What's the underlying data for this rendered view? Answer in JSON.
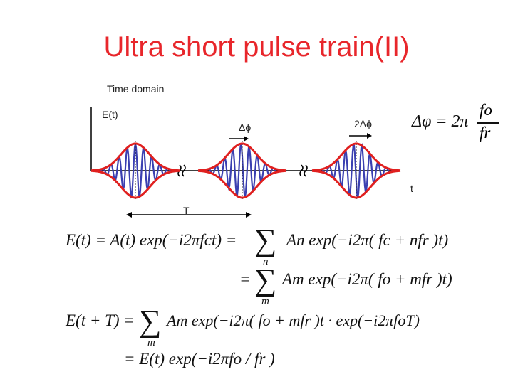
{
  "title": "Ultra short pulse train(II)",
  "labels": {
    "time_domain": "Time domain",
    "e_t": "E(t)",
    "dphi": "Δϕ",
    "two_dphi": "2Δϕ",
    "t": "t",
    "T": "T"
  },
  "phase_formula": {
    "lhs": "Δφ = 2π",
    "numerator": "fo",
    "denominator": "fr"
  },
  "equations": {
    "eq1_lhs": "E(t) = A(t) exp(−i2πfct) =",
    "eq1_rhs": "An exp(−i2π( fc + nfr )t)",
    "eq1_index": "n",
    "eq2_lhs": "=",
    "eq2_rhs": "Am exp(−i2π( fo + mfr )t)",
    "eq2_index": "m",
    "eq3_lhs": "E(t + T) =",
    "eq3_rhs": "Am exp(−i2π( fo + mfr )t · exp(−i2πfoT)",
    "eq3_index": "m",
    "eq4": "= E(t) exp(−i2πfo / fr )"
  },
  "colors": {
    "title": "#e8262b",
    "envelope": "#e0201f",
    "carrier": "#3a3fb0",
    "axis": "#000000"
  }
}
